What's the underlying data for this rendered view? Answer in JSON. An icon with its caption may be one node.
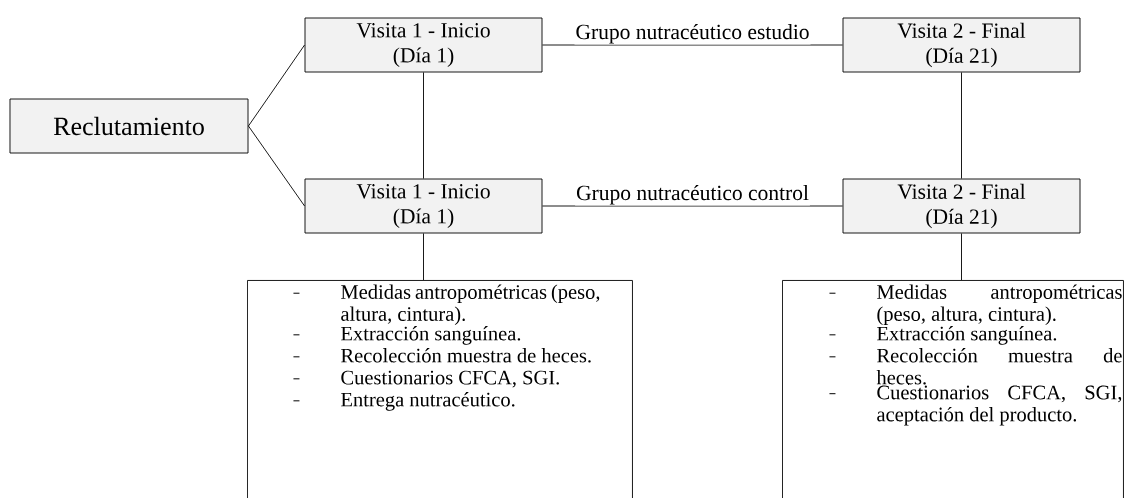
{
  "diagram": {
    "nodes": [
      {
        "text": [
          "Reclutamiento"
        ]
      },
      {
        "text": [
          "Visita 1 - Inicio",
          "(Día 1)"
        ]
      },
      {
        "text": [
          "Visita 2 - Final",
          "(Día 21)"
        ]
      },
      {
        "text": [
          "Visita 1 - Inicio",
          "(Día 1)"
        ]
      },
      {
        "text": [
          "Visita 2 - Final",
          "(Día 21)"
        ]
      },
      {
        "text": [
          "Medidas antropométricas (peso, altura, cintura).",
          "Extracción sanguínea.",
          "Recolección muestra de heces.",
          "Cuestionarios CFCA, SGI.",
          "Entrega nutracéutico."
        ]
      },
      {
        "text": [
          "Medidas antropométricas (peso, altura, cintura).",
          "Extracción sanguínea.",
          "Recolección muestra de heces.",
          "Cuestionarios CFCA, SGI, aceptación del producto."
        ]
      }
    ],
    "edges": [
      {
        "from": 0,
        "to": 1,
        "arrow": "none"
      },
      {
        "from": 0,
        "to": 3,
        "arrow": "none"
      },
      {
        "from": 1,
        "to": 2,
        "arrow": "none",
        "label": "Grupo nutracéutico estudio"
      },
      {
        "from": 3,
        "to": 4,
        "arrow": "none",
        "label": "Grupo nutracéutico control"
      },
      {
        "from": 1,
        "to": 3,
        "arrow": "none"
      },
      {
        "from": 2,
        "to": 4,
        "arrow": "none"
      },
      {
        "from": 3,
        "to": 5,
        "arrow": "none"
      },
      {
        "from": 4,
        "to": 6,
        "arrow": "none"
      }
    ]
  }
}
